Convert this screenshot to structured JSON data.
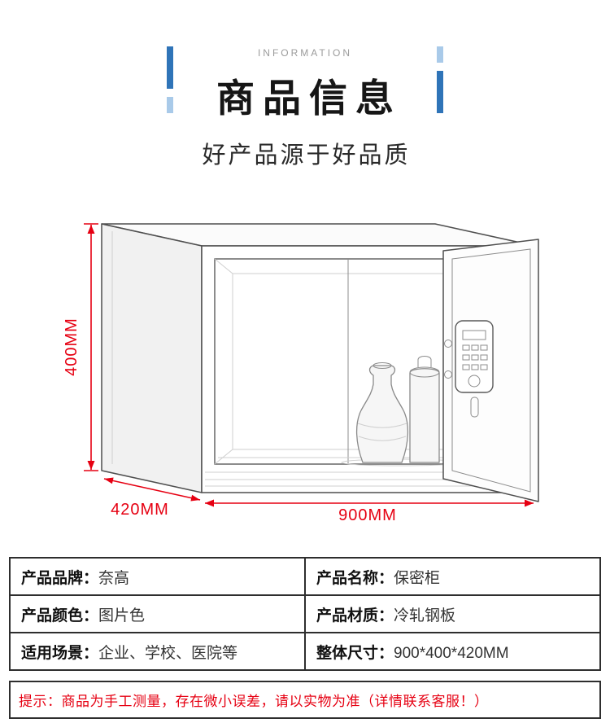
{
  "header": {
    "eyebrow": "INFORMATION",
    "title": "商品信息",
    "subtitle": "好产品源于好品质"
  },
  "illustration": {
    "dim_height": "400MM",
    "dim_depth": "420MM",
    "dim_width": "900MM"
  },
  "colors": {
    "accent_blue": "#2F74B8",
    "accent_blue_light": "#A9CAE9",
    "dimension_red": "#E60012",
    "table_border": "#2E2E2E"
  },
  "table": {
    "rows": [
      [
        {
          "label": "产品品牌：",
          "value": "奈高"
        },
        {
          "label": "产品名称：",
          "value": "保密柜"
        }
      ],
      [
        {
          "label": "产品颜色：",
          "value": "图片色"
        },
        {
          "label": "产品材质：",
          "value": "冷轧钢板"
        }
      ],
      [
        {
          "label": "适用场景：",
          "value": "企业、学校、医院等"
        },
        {
          "label": "整体尺寸：",
          "value": "900*400*420MM"
        }
      ]
    ]
  },
  "note": {
    "label": "提示：",
    "text": "商品为手工测量，存在微小误差，请以实物为准（详情联系客服！）"
  }
}
